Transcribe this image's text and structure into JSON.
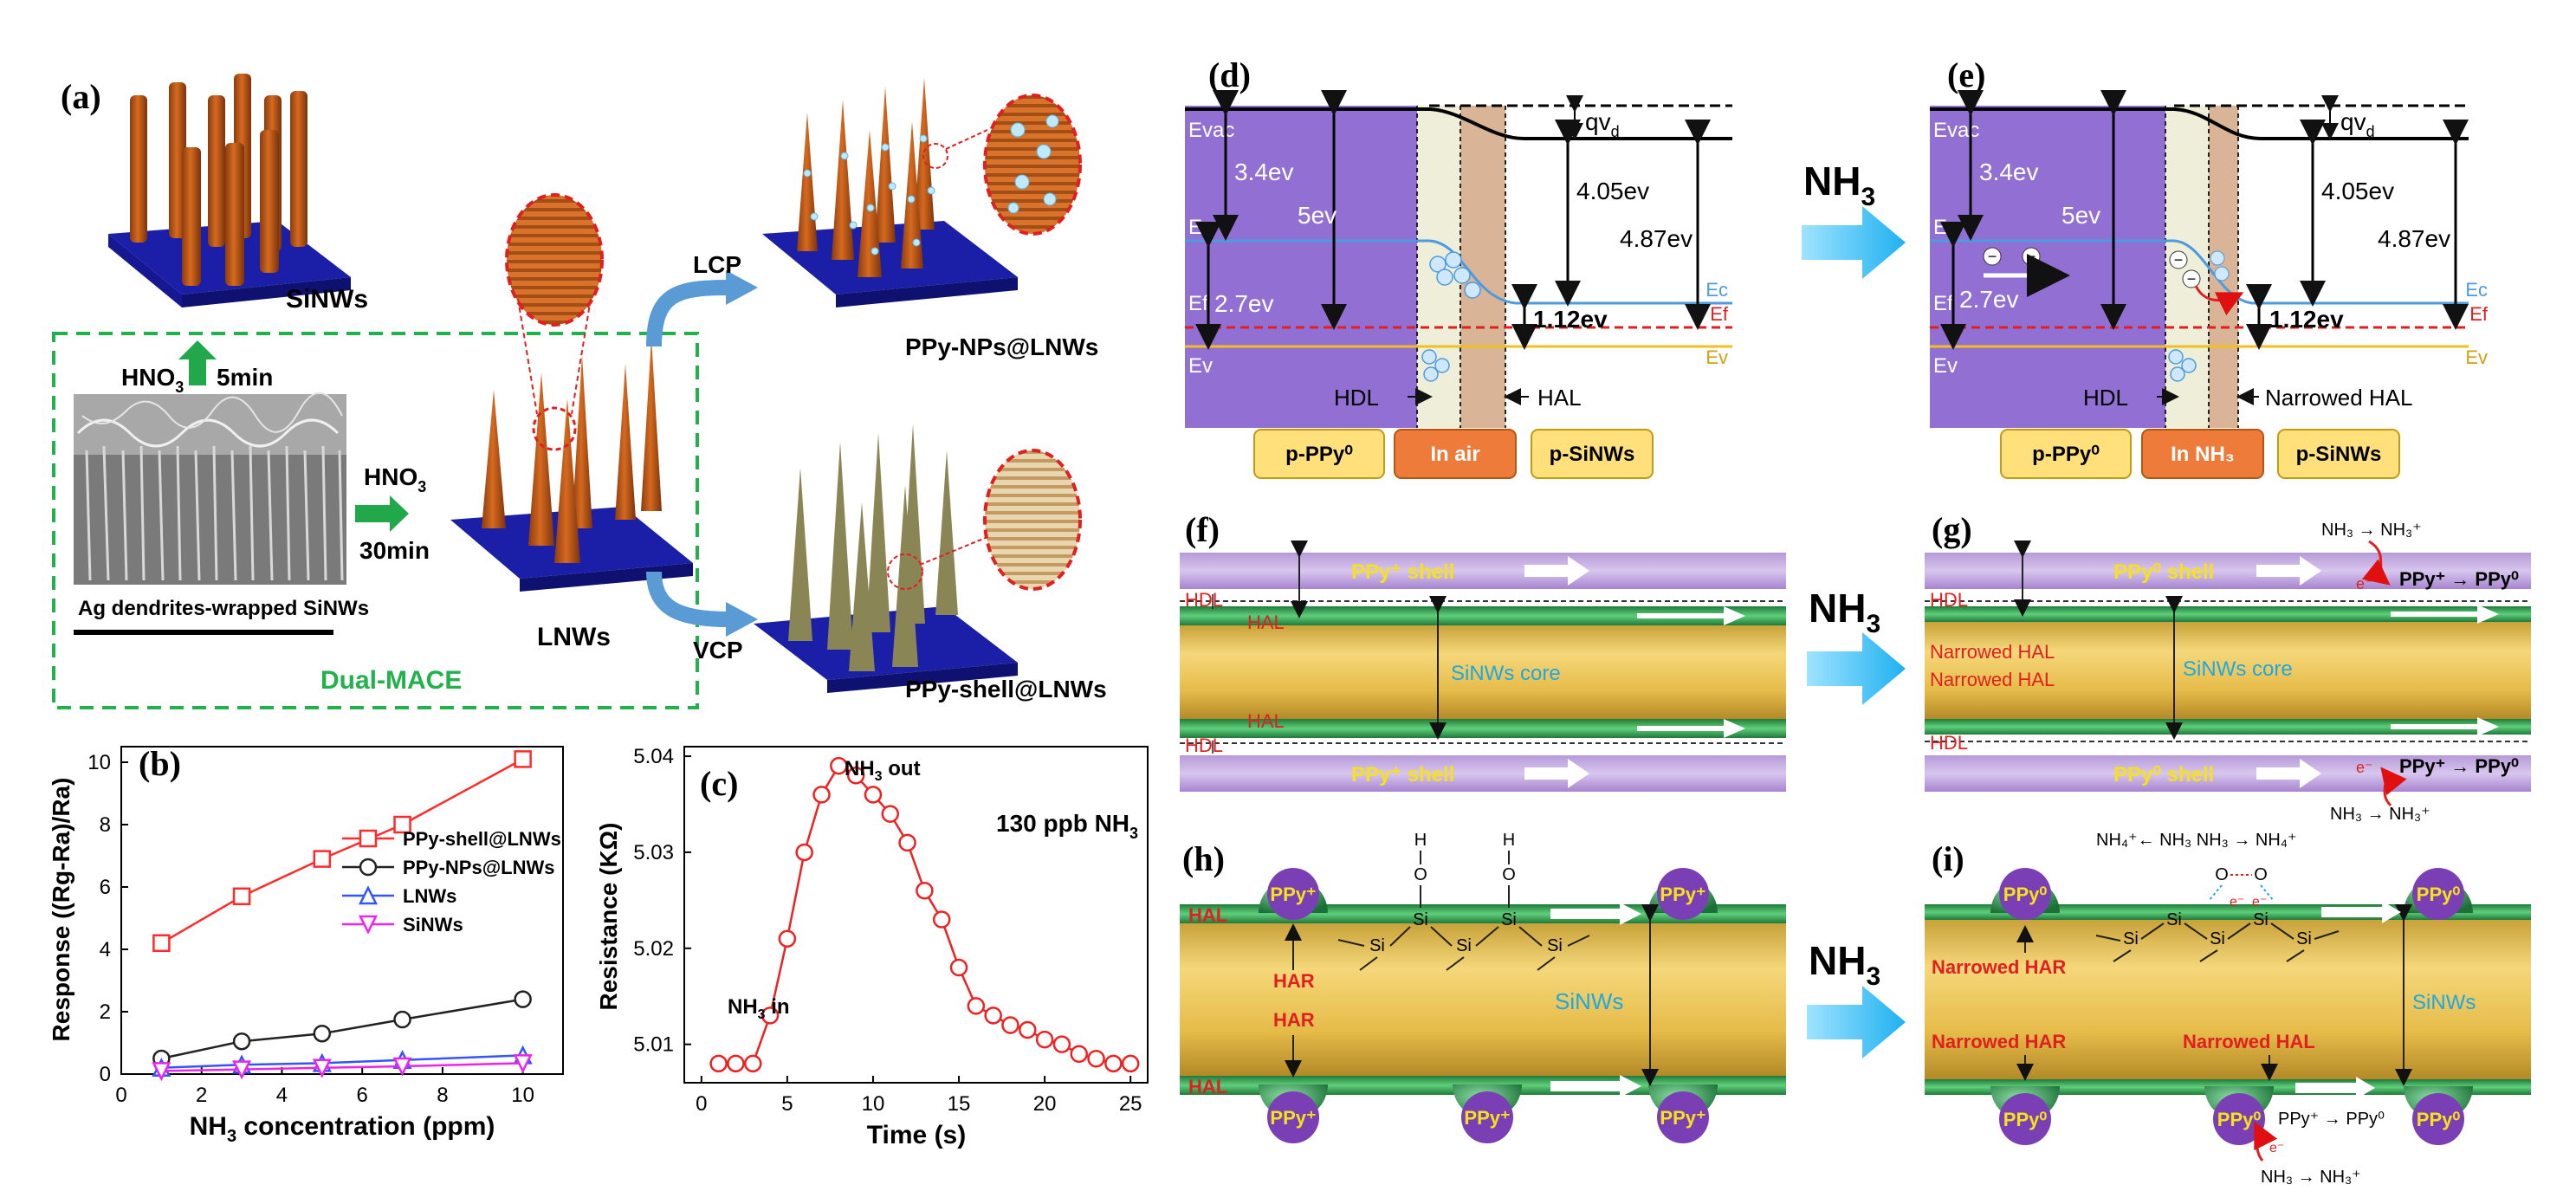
{
  "labels": {
    "a": "(a)",
    "b": "(b)",
    "c": "(c)",
    "d": "(d)",
    "e": "(e)",
    "f": "(f)",
    "g": "(g)",
    "h": "(h)",
    "i": "(i)"
  },
  "panel_a": {
    "sinws": "SiNWs",
    "hno3_5": "HNO",
    "hno3_5_sub": "3",
    "time_5": "5min",
    "hno3_30": "HNO",
    "hno3_30_sub": "3",
    "time_30": "30min",
    "sem_caption": "Ag dendrites-wrapped SiNWs",
    "lnws": "LNWs",
    "dual_mace": "Dual-MACE",
    "lcp": "LCP",
    "vcp": "VCP",
    "ppy_nps": "PPy-NPs@LNWs",
    "ppy_shell": "PPy-shell@LNWs"
  },
  "panel_d": {
    "evac": "Evac",
    "ec": "Ec",
    "ef": "Ef",
    "ev": "Ev",
    "e34": "3.4ev",
    "e5": "5ev",
    "e27": "2.7ev",
    "qvd": "qv",
    "qvd_sub": "d",
    "e405": "4.05ev",
    "e487": "4.87ev",
    "e112": "1.12ev",
    "ec_r": "Ec",
    "ef_r": "Ef",
    "ev_r": "Ev",
    "hdl": "HDL",
    "hal": "HAL",
    "box1": "p-PPy⁰",
    "box2": "In air",
    "box3": "p-SiNWs"
  },
  "panel_e": {
    "nh3_arrow": "NH",
    "nh3_sub": "3",
    "evac": "Evac",
    "ec": "Ec",
    "ef": "Ef",
    "ev": "Ev",
    "e34": "3.4ev",
    "e5": "5ev",
    "e27": "2.7ev",
    "qvd": "qv",
    "qvd_sub": "d",
    "e405": "4.05ev",
    "e487": "4.87ev",
    "e112": "1.12ev",
    "ec_r": "Ec",
    "ef_r": "Ef",
    "ev_r": "Ev",
    "hdl": "HDL",
    "hal": "Narrowed HAL",
    "box1": "p-PPy⁰",
    "box2": "In NH₃",
    "box3": "p-SiNWs"
  },
  "panel_f": {
    "ppy_shell_top": "PPy⁺ shell",
    "ppy_shell_bot": "PPy⁺ shell",
    "hdl": "HDL",
    "hal": "HAL",
    "core": "SiNWs core"
  },
  "panel_g": {
    "ppy_shell_top": "PPy⁰ shell",
    "ppy_shell_bot": "PPy⁰ shell",
    "hdl": "HDL",
    "hal1": "Narrowed HAL",
    "hal2": "Narrowed HAL",
    "core": "SiNWs core",
    "rx_top1": "NH₃ → NH₃⁺",
    "rx_top2": "PPy⁺ → PPy⁰",
    "rx_bot1": "PPy⁺ → PPy⁰",
    "rx_bot2": "NH₃ → NH₃⁺",
    "e": "e⁻"
  },
  "panel_h": {
    "ppy": "PPy⁺",
    "hal": "HAL",
    "har": "HAR",
    "sinws": "SiNWs",
    "si": "Si",
    "o": "O",
    "h": "H"
  },
  "panel_i": {
    "ppy": "PPy⁰",
    "har": "Narrowed HAR",
    "hal": "Narrowed HAL",
    "sinws": "SiNWs",
    "si": "Si",
    "o": "O",
    "rx_top": "NH₄⁺← NH₃   NH₃ → NH₄⁺",
    "rx_b1": "PPy⁺ → PPy⁰",
    "rx_b2": "NH₃ → NH₃⁺",
    "e": "e⁻"
  },
  "chart_data": [
    {
      "type": "line",
      "panel": "b",
      "xlabel": "NH₃ concentration (ppm)",
      "ylabel": "Response ((Rg-Ra)/Ra)",
      "xlim": [
        0,
        11
      ],
      "ylim": [
        0,
        10.5
      ],
      "xticks": [
        0,
        2,
        4,
        6,
        8,
        10
      ],
      "yticks": [
        0,
        2,
        4,
        6,
        8,
        10
      ],
      "x": [
        1,
        3,
        5,
        7,
        10
      ],
      "series": [
        {
          "name": "PPy-shell@LNWs",
          "values": [
            4.2,
            5.7,
            6.9,
            8.0,
            10.1
          ],
          "color": "#ff2a2a",
          "marker": "square"
        },
        {
          "name": "PPy-NPs@LNWs",
          "values": [
            0.5,
            1.05,
            1.3,
            1.75,
            2.4
          ],
          "color": "#222222",
          "marker": "circle"
        },
        {
          "name": "LNWs",
          "values": [
            0.2,
            0.3,
            0.35,
            0.45,
            0.6
          ],
          "color": "#3355ff",
          "marker": "triangle-up"
        },
        {
          "name": "SiNWs",
          "values": [
            0.1,
            0.15,
            0.2,
            0.25,
            0.35
          ],
          "color": "#ee22ee",
          "marker": "triangle-down"
        }
      ]
    },
    {
      "type": "line",
      "panel": "c",
      "xlabel": "Time (s)",
      "ylabel": "Resistance (KΩ)",
      "annotation_main": "130 ppb NH₃",
      "annotation_in": "NH₃ in",
      "annotation_out": "NH₃ out",
      "xlim": [
        -1,
        26
      ],
      "ylim": [
        5.006,
        5.041
      ],
      "xticks": [
        0,
        5,
        10,
        15,
        20,
        25
      ],
      "yticks": [
        5.01,
        5.02,
        5.03,
        5.04
      ],
      "x": [
        1,
        2,
        3,
        4,
        5,
        6,
        7,
        8,
        9,
        10,
        11,
        12,
        13,
        14,
        15,
        16,
        17,
        18,
        19,
        20,
        21,
        22,
        23,
        24,
        25
      ],
      "values": [
        5.008,
        5.008,
        5.008,
        5.013,
        5.021,
        5.03,
        5.036,
        5.039,
        5.038,
        5.036,
        5.034,
        5.031,
        5.026,
        5.023,
        5.018,
        5.014,
        5.013,
        5.012,
        5.0115,
        5.0105,
        5.01,
        5.009,
        5.0085,
        5.008,
        5.008
      ],
      "color": "#ee2222"
    }
  ]
}
